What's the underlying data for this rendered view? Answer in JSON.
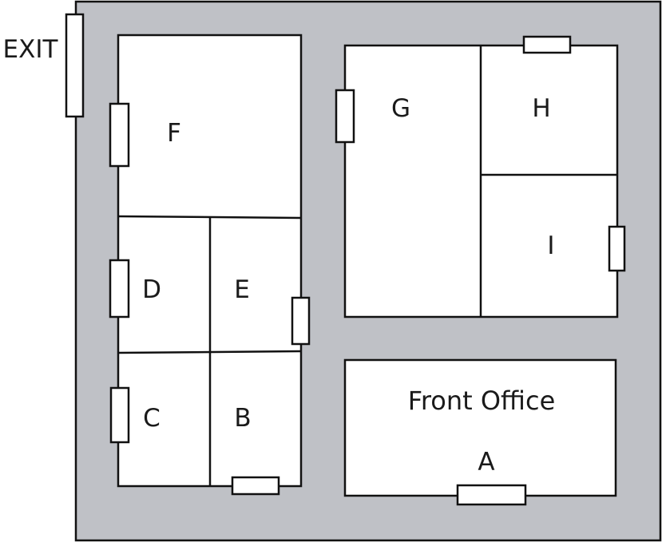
{
  "colors": {
    "hallway": "#bfc1c6",
    "room_fill": "#ffffff",
    "stroke": "#111111",
    "text": "#1a1a1a"
  },
  "exit_label": "EXIT",
  "rooms": {
    "A": "A",
    "B": "B",
    "C": "C",
    "D": "D",
    "E": "E",
    "F": "F",
    "G": "G",
    "H": "H",
    "I": "I"
  },
  "front_office_label": "Front Office"
}
